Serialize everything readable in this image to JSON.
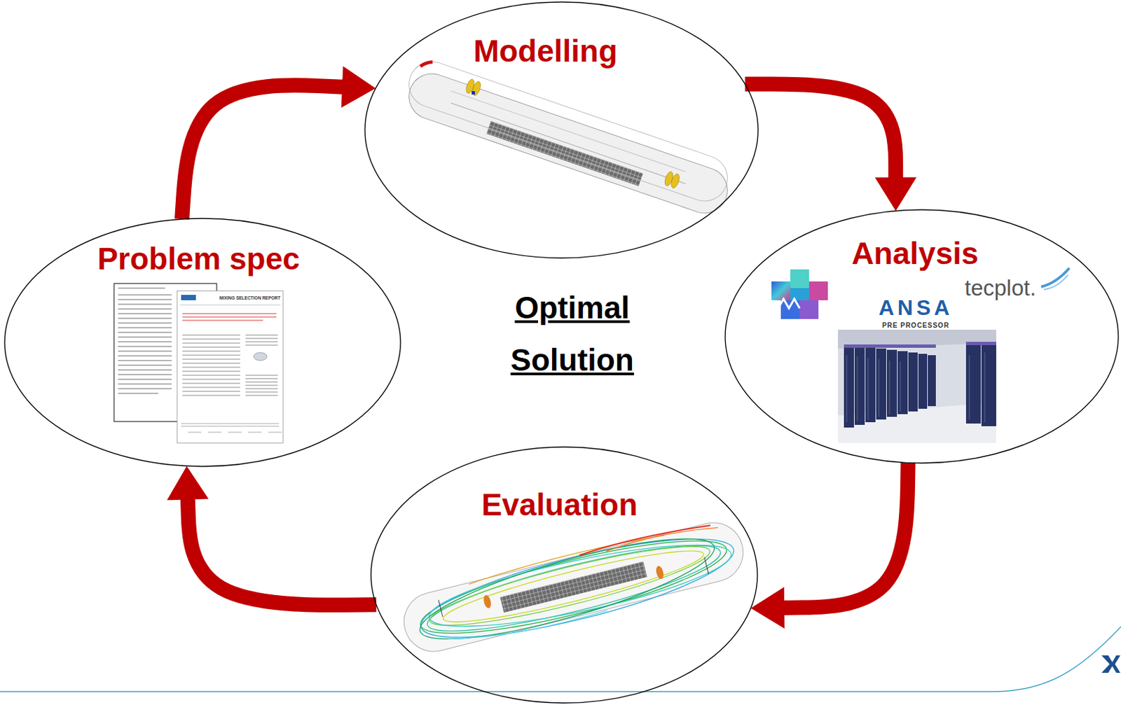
{
  "diagram": {
    "nodes": [
      {
        "text": [
          "Modelling"
        ]
      },
      {
        "text": [
          "Problem spec"
        ]
      },
      {
        "text": [
          "Analysis"
        ]
      },
      {
        "text": [
          "Evaluation"
        ]
      }
    ],
    "edges": [
      {
        "from": 1,
        "to": 0,
        "arrow": "to"
      },
      {
        "from": 0,
        "to": 2,
        "arrow": "to"
      },
      {
        "from": 2,
        "to": 3,
        "arrow": "to"
      },
      {
        "from": 3,
        "to": 1,
        "arrow": "to"
      }
    ],
    "labels": [
      "Optimal Solution",
      "MIXING SELECTION REPORT",
      "ANSA",
      "PRE PROCESSOR",
      "tecplot."
    ]
  }
}
